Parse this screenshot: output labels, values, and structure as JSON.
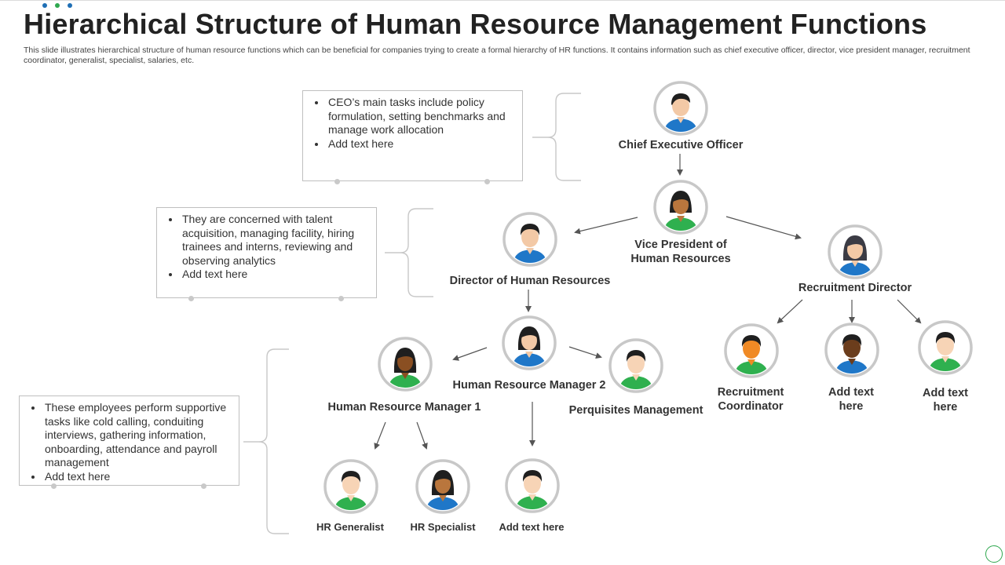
{
  "title": "Hierarchical Structure of Human Resource Management Functions",
  "subtitle": "This slide illustrates hierarchical structure of human resource functions which can be beneficial for companies trying to create a formal hierarchy of HR functions. It contains information such as chief executive officer, director, vice president manager, recruitment coordinator, generalist, specialist, salaries, etc.",
  "colors": {
    "dot1": "#1f6fb5",
    "dot2": "#2fa84f",
    "dot3": "#1f6fb5",
    "ring": "#c8c8c8",
    "blue_shirt": "#1f77c8",
    "green_shirt": "#2fb04f"
  },
  "boxes": {
    "ceo": [
      "CEO’s main tasks include policy formulation, setting benchmarks and manage work allocation",
      "Add text here"
    ],
    "director": [
      "They are concerned with talent acquisition, managing facility, hiring trainees and interns, reviewing and observing analytics",
      "Add text here"
    ],
    "employees": [
      "These employees perform supportive tasks like cold calling, conduiting interviews, gathering information, onboarding, attendance and payroll management",
      "Add text here"
    ]
  },
  "nodes": {
    "ceo": "Chief Executive Officer",
    "vp_line1": "Vice President of",
    "vp_line2": "Human Resources",
    "director": "Director of Human Resources",
    "recruitment_director": "Recruitment Director",
    "hrm1": "Human Resource Manager 1",
    "hrm2": "Human Resource Manager 2",
    "perquisites": "Perquisites Management",
    "rec_coord_line1": "Recruitment",
    "rec_coord_line2": "Coordinator",
    "add1_line1": "Add text",
    "add1_line2": "here",
    "add2_line1": "Add text",
    "add2_line2": "here",
    "hr_generalist": "HR Generalist",
    "hr_specialist": "HR Specialist",
    "add_bottom": "Add text here"
  }
}
